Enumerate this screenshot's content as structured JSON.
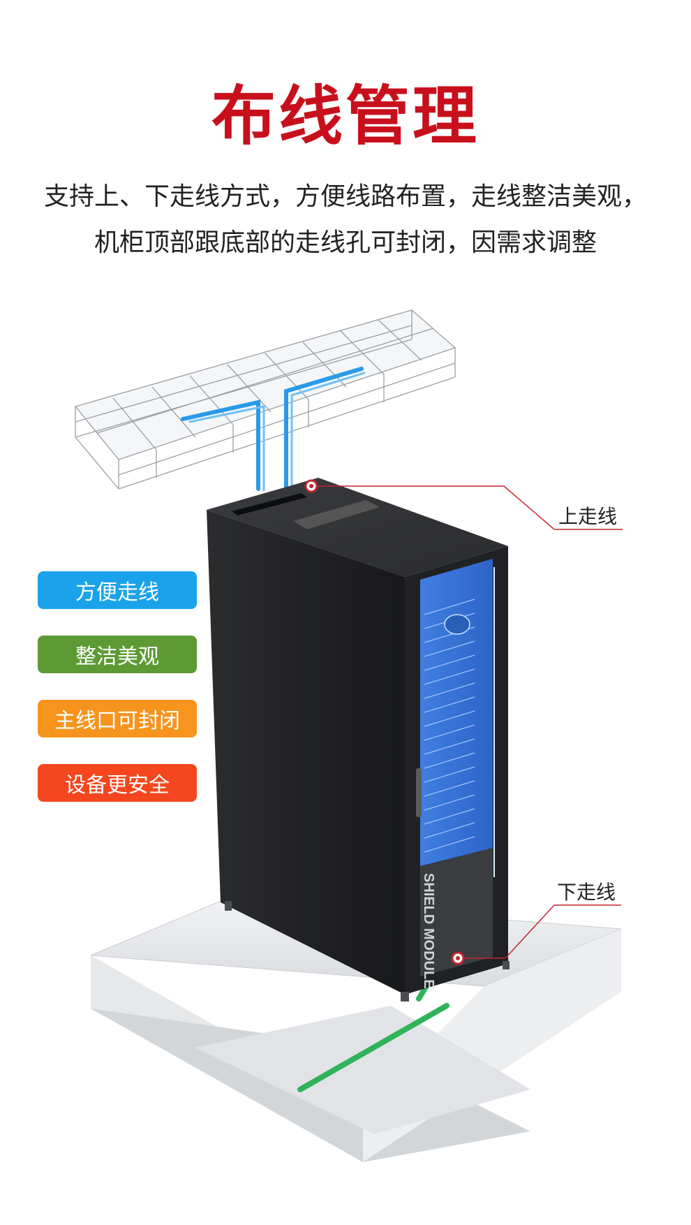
{
  "title": "布线管理",
  "description": {
    "line1": "支持上、下走线方式，方便线路布置，走线整洁美观，",
    "line2": "机柜顶部跟底部的走线孔可封闭，因需求调整"
  },
  "features": [
    {
      "label": "方便走线",
      "color": "#1aa3ea"
    },
    {
      "label": "整洁美观",
      "color": "#5e9a34"
    },
    {
      "label": "主线口可封闭",
      "color": "#f7941d"
    },
    {
      "label": "设备更安全",
      "color": "#f5471f"
    }
  ],
  "callouts": {
    "top": "上走线",
    "bottom": "下走线"
  },
  "cabinet": {
    "front_text": "SHIELD MODULE"
  },
  "colors": {
    "title_red": "#c8101c",
    "accent_line": "#c0262e",
    "cable_blue": "#2a9ae8",
    "cable_green": "#2fb35a",
    "cabinet_black": "#1e1f21"
  }
}
